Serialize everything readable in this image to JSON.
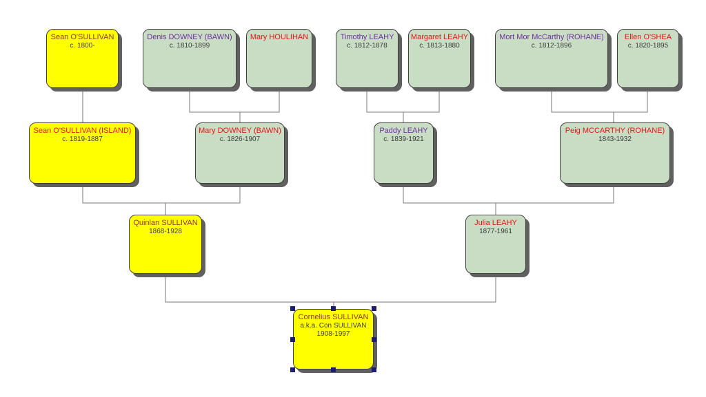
{
  "app": {
    "view": "family-tree-chart",
    "selection": {
      "selected_person": "Cornelius SULLIVAN"
    }
  },
  "colors": {
    "male_line_box": "#FFFF00",
    "other_box": "#C9DCC4",
    "name_maroon": "#993333",
    "name_red": "#E81414",
    "name_purple": "#7030A0",
    "dates_text": "#3C3C3C",
    "connector_line": "#7A7A7A",
    "box_shadow": "#606060",
    "selection_handle": "#1D1D73"
  },
  "people": [
    {
      "name": "Sean O'SULLIVAN",
      "dates": "c. 1800-"
    },
    {
      "name": "Denis DOWNEY (BAWN)",
      "dates": "c. 1810-1899"
    },
    {
      "name": "Mary HOULIHAN",
      "dates": ""
    },
    {
      "name": "Timothy LEAHY",
      "dates": "c. 1812-1878"
    },
    {
      "name": "Margaret LEAHY",
      "dates": "c. 1813-1880"
    },
    {
      "name": "Mort Mor McCarthy (ROHANE)",
      "dates": "c. 1812-1896"
    },
    {
      "name": "Ellen O'SHEA",
      "dates": "c. 1820-1895"
    },
    {
      "name": "Sean O'SULLIVAN (ISLAND)",
      "dates": "c. 1819-1887"
    },
    {
      "name": "Mary DOWNEY (BAWN)",
      "dates": "c. 1826-1907"
    },
    {
      "name": "Paddy LEAHY",
      "dates": "c. 1839-1921"
    },
    {
      "name": "Peig MCCARTHY (ROHANE)",
      "dates": "1843-1932"
    },
    {
      "name": "Quinlan SULLIVAN",
      "dates": "1868-1928"
    },
    {
      "name": "Julia LEAHY",
      "dates": "1877-1961"
    },
    {
      "name": "Cornelius SULLIVAN",
      "aka": "a.k.a. Con SULLIVAN",
      "dates": "1908-1997"
    }
  ]
}
